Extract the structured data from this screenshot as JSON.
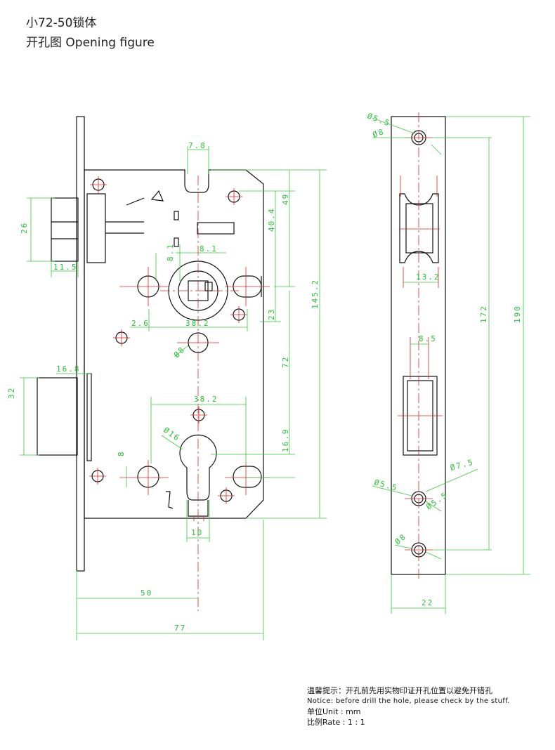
{
  "header": {
    "title": "小72-50锁体",
    "subtitle": "开孔图  Opening figure"
  },
  "dimensions": {
    "d7_8": "7.8",
    "d49": "49",
    "d40_4": "40.4",
    "d145_2": "145.2",
    "d26": "26",
    "d11_5": "11.5",
    "d8_1a": "8.1",
    "d8_1b": "8.1",
    "d2_6": "2.6",
    "d38_2a": "38.2",
    "d23": "23",
    "d8_phi": "Ø8",
    "d72": "72",
    "d16_8": "16.8",
    "d32": "32",
    "d38_2b": "38.2",
    "d8": "8",
    "d16_phi": "Ø16",
    "d16_9": "16.9",
    "d10": "10",
    "d50": "50",
    "d77": "77",
    "p5_5a": "Ø5.5",
    "p8a": "Ø8",
    "p13_2": "13.2",
    "p172": "172",
    "p190": "190",
    "p8_5": "8.5",
    "p7_5": "Ø7.5",
    "p5_5b": "Ø5.5",
    "p5_5c": "Ø5.5",
    "p8b": "Ø8",
    "p22": "22"
  },
  "notes": {
    "tip_cn": "温馨提示：开孔前先用实物印证开孔位置以避免开错孔",
    "tip_en": "Notice: before drill the hole, please check by the stuff.",
    "unit": "单位Unit : mm",
    "rate": "比例Rate : 1 : 1"
  },
  "colors": {
    "dimension": "#2bc23a",
    "centerline": "#e02020",
    "outline": "#111111"
  }
}
